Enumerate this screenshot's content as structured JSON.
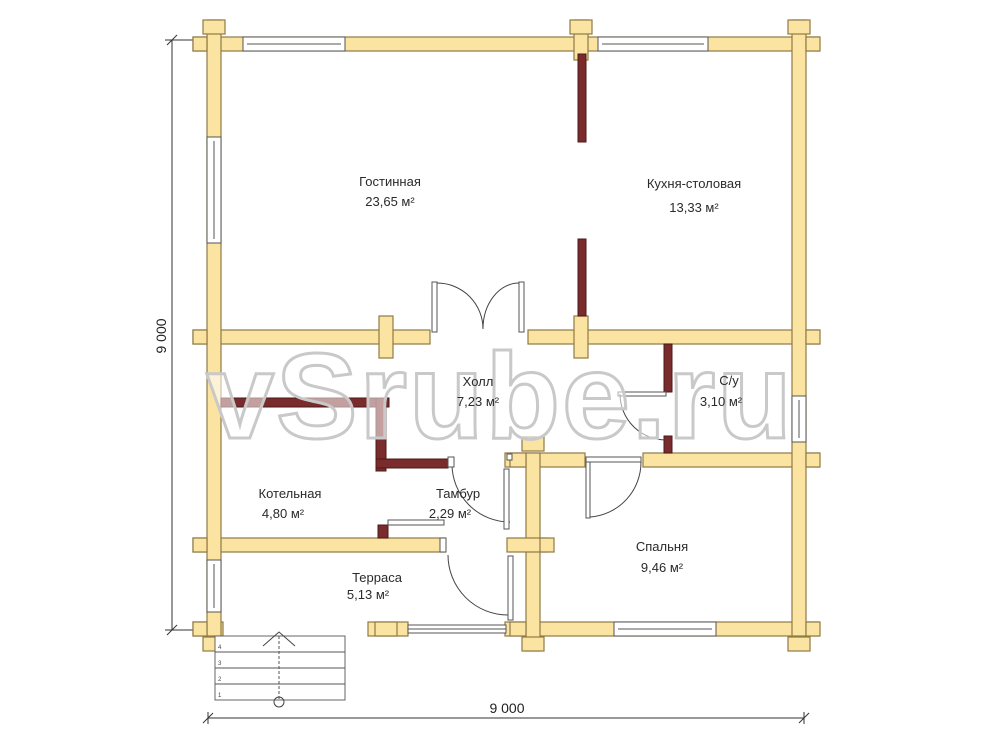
{
  "dimensions": {
    "width_label": "9 000",
    "height_label": "9 000"
  },
  "rooms": {
    "living": {
      "name": "Гостинная",
      "area": "23,65 м²"
    },
    "kitchen": {
      "name": "Кухня-столовая",
      "area": "13,33 м²"
    },
    "hall": {
      "name": "Холл",
      "area": "7,23 м²"
    },
    "bathroom": {
      "name": "С/у",
      "area": "3,10 м²"
    },
    "boiler": {
      "name": "Котельная",
      "area": "4,80 м²"
    },
    "vestibule": {
      "name": "Тамбур",
      "area": "2,29 м²"
    },
    "bedroom": {
      "name": "Спальня",
      "area": "9,46 м²"
    },
    "terrace": {
      "name": "Терраса",
      "area": "5,13 м²"
    }
  },
  "stairs": {
    "steps": [
      "1",
      "2",
      "3",
      "4"
    ]
  },
  "watermark": "vSrube.ru",
  "colors": {
    "log_wall": "#fbe3a2",
    "partition": "#7a2b2b",
    "background": "#ffffff"
  }
}
